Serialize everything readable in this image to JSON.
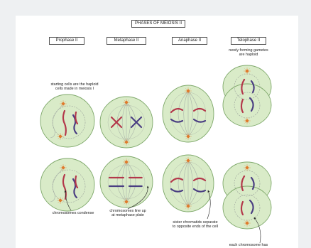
{
  "title": "PHASES OF MEIOSIS II",
  "phases": [
    {
      "label": "Prophase II"
    },
    {
      "label": "Metaphase II"
    },
    {
      "label": "Anaphase II"
    },
    {
      "label": "Telophase II"
    }
  ],
  "notes": {
    "haploid_start": [
      "starting cells are the haploid",
      "cells made in meiosis I"
    ],
    "gametes": [
      "newly forming gametes",
      "are haploid"
    ],
    "condense": [
      "chromosomes condense"
    ],
    "line_up": [
      "chromosomes line up",
      "at metaphase plate"
    ],
    "separate": [
      "sister chromatids separate",
      "to opposite ends of the cell"
    ],
    "each_chromosome": [
      "each chromosome has"
    ]
  },
  "colors": {
    "cell_fill": "#d9ebc8",
    "cell_stroke": "#7ea86a",
    "nucleus_stroke": "#9aa09a",
    "spindle": "#a9b3a9",
    "centrosome": "#e07a2c",
    "chrom_red": "#b3374a",
    "chrom_purple": "#4a3e82"
  }
}
